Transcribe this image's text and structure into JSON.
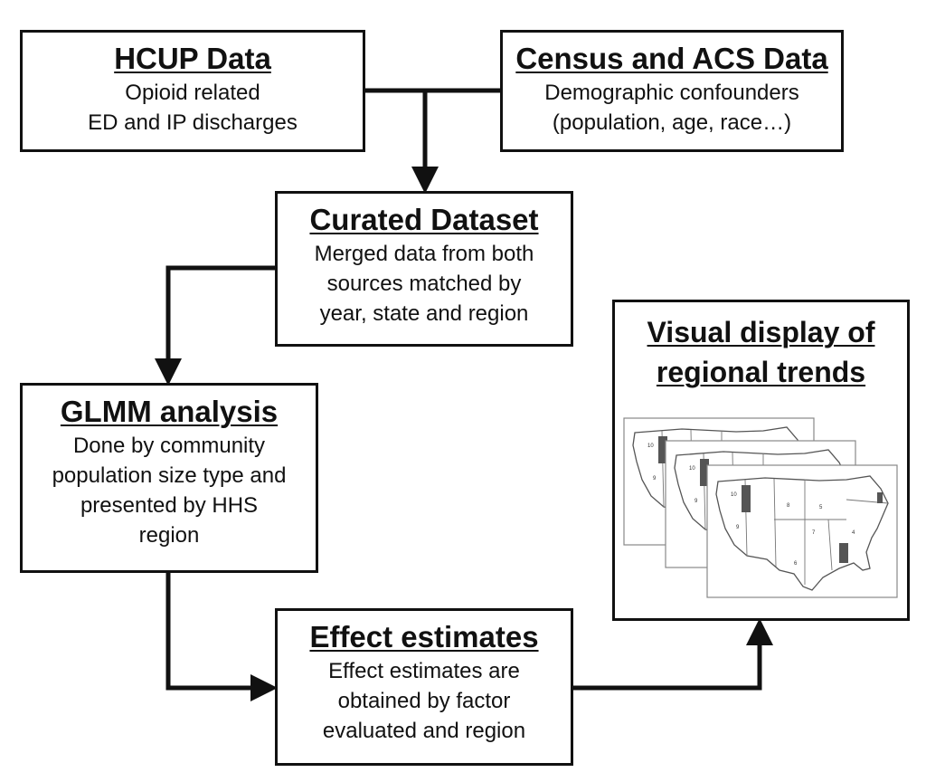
{
  "boxes": {
    "hcup": {
      "title": "HCUP Data",
      "lines": [
        "Opioid related",
        "ED and IP discharges"
      ]
    },
    "census": {
      "title": "Census and ACS Data",
      "lines": [
        "Demographic confounders",
        "(population, age, race…)"
      ]
    },
    "curated": {
      "title": "Curated Dataset",
      "lines": [
        "Merged data from both",
        "sources matched by",
        "year, state and region"
      ]
    },
    "glmm": {
      "title": "GLMM analysis",
      "lines": [
        "Done by community",
        "population size type and",
        "presented by HHS",
        "region"
      ]
    },
    "effect": {
      "title": "Effect estimates",
      "lines": [
        "Effect estimates are",
        "obtained by factor",
        "evaluated and region"
      ]
    },
    "visual": {
      "title_lines": [
        "Visual display of",
        "regional trends"
      ]
    }
  },
  "map_labels": [
    "10",
    "8",
    "7",
    "6",
    "5",
    "4",
    "9"
  ],
  "colors": {
    "line": "#111111",
    "box_fill": "#ffffff",
    "map_border": "#555555",
    "highlight_state": "#555555"
  }
}
